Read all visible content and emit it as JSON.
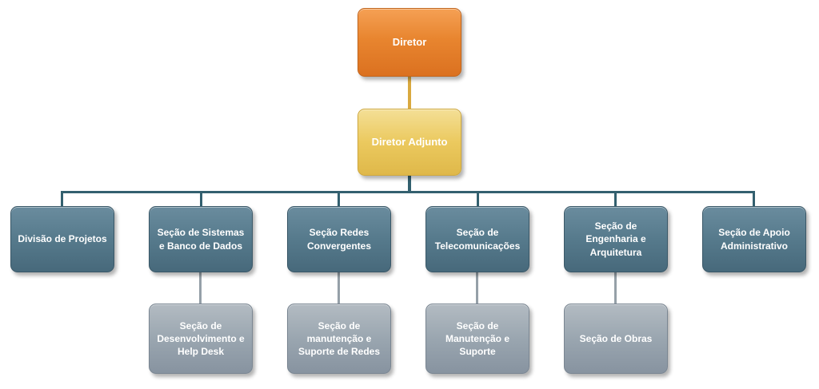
{
  "diagram": {
    "type": "org-chart",
    "nodes": {
      "diretor": {
        "label": "Diretor"
      },
      "diretor_adjunto": {
        "label": "Diretor Adjunto"
      }
    },
    "level3": [
      {
        "label": "Divisão de Projetos"
      },
      {
        "label": "Seção de Sistemas\ne Banco de Dados"
      },
      {
        "label": "Seção Redes\nConvergentes"
      },
      {
        "label": "Seção de\nTelecomunicações"
      },
      {
        "label": "Seção de\nEngenharia e\nArquitetura"
      },
      {
        "label": "Seção de Apoio\nAdministrativo"
      }
    ],
    "level4": [
      {
        "label": "Seção de\nDesenvolvimento  e\nHelp Desk",
        "parent_index": 1
      },
      {
        "label": "Seção de\nmanutenção e\nSuporte de Redes",
        "parent_index": 2
      },
      {
        "label": "Seção de\nManutenção e\nSuporte",
        "parent_index": 3
      },
      {
        "label": "Seção de Obras",
        "parent_index": 4
      }
    ],
    "colors": {
      "diretor_box": "#E8852F",
      "diretor_adjunto_box": "#EBC95E",
      "level3_box": "#567A8C",
      "level4_box": "#9AA6B0",
      "connector_primary": "#33606F",
      "connector_secondary": "#95A0A8",
      "connector_gold": "#D9A93F",
      "text": "#FFFFFF",
      "background": "#FFFFFF"
    }
  }
}
